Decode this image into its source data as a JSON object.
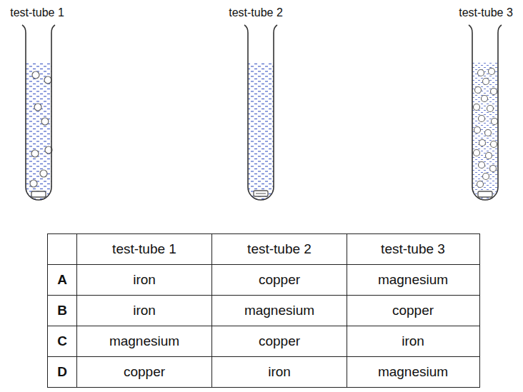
{
  "diagram": {
    "labels": [
      "test-tube 1",
      "test-tube 2",
      "test-tube 3",
      "test-tube 1",
      "test-tube 2",
      "test-tube 3",
      "A",
      "iron",
      "copper",
      "magnesium",
      "B",
      "iron",
      "magnesium",
      "copper",
      "C",
      "magnesium",
      "copper",
      "iron",
      "D",
      "copper",
      "iron",
      "magnesium"
    ]
  }
}
